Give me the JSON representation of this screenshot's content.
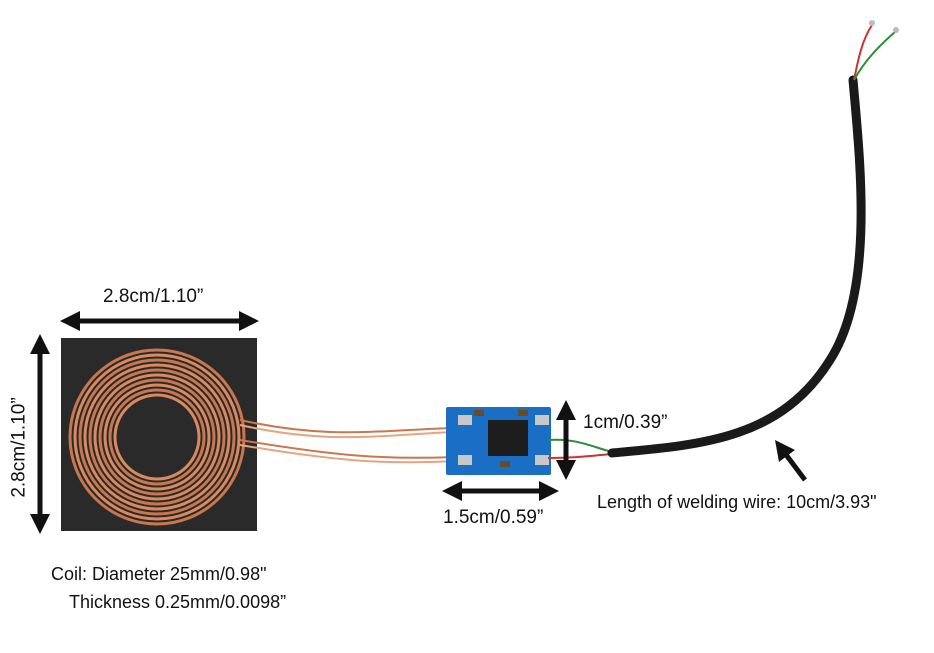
{
  "labels": {
    "coil_width": "2.8cm/1.10”",
    "coil_height": "2.8cm/1.10”",
    "module_height": "1cm/0.39”",
    "module_width": "1.5cm/0.59”",
    "wire_length": "Length of welding wire: 10cm/3.93\"",
    "coil_diameter": "Coil: Diameter 25mm/0.98\"",
    "coil_thickness": "Thickness 0.25mm/0.0098”"
  },
  "colors": {
    "copper": "#c9774f",
    "copper_light": "#e8a47f",
    "pad": "#2a2a2a",
    "pcb": "#1a6fc4",
    "cable": "#1a1a1a",
    "arrow": "#111111"
  }
}
